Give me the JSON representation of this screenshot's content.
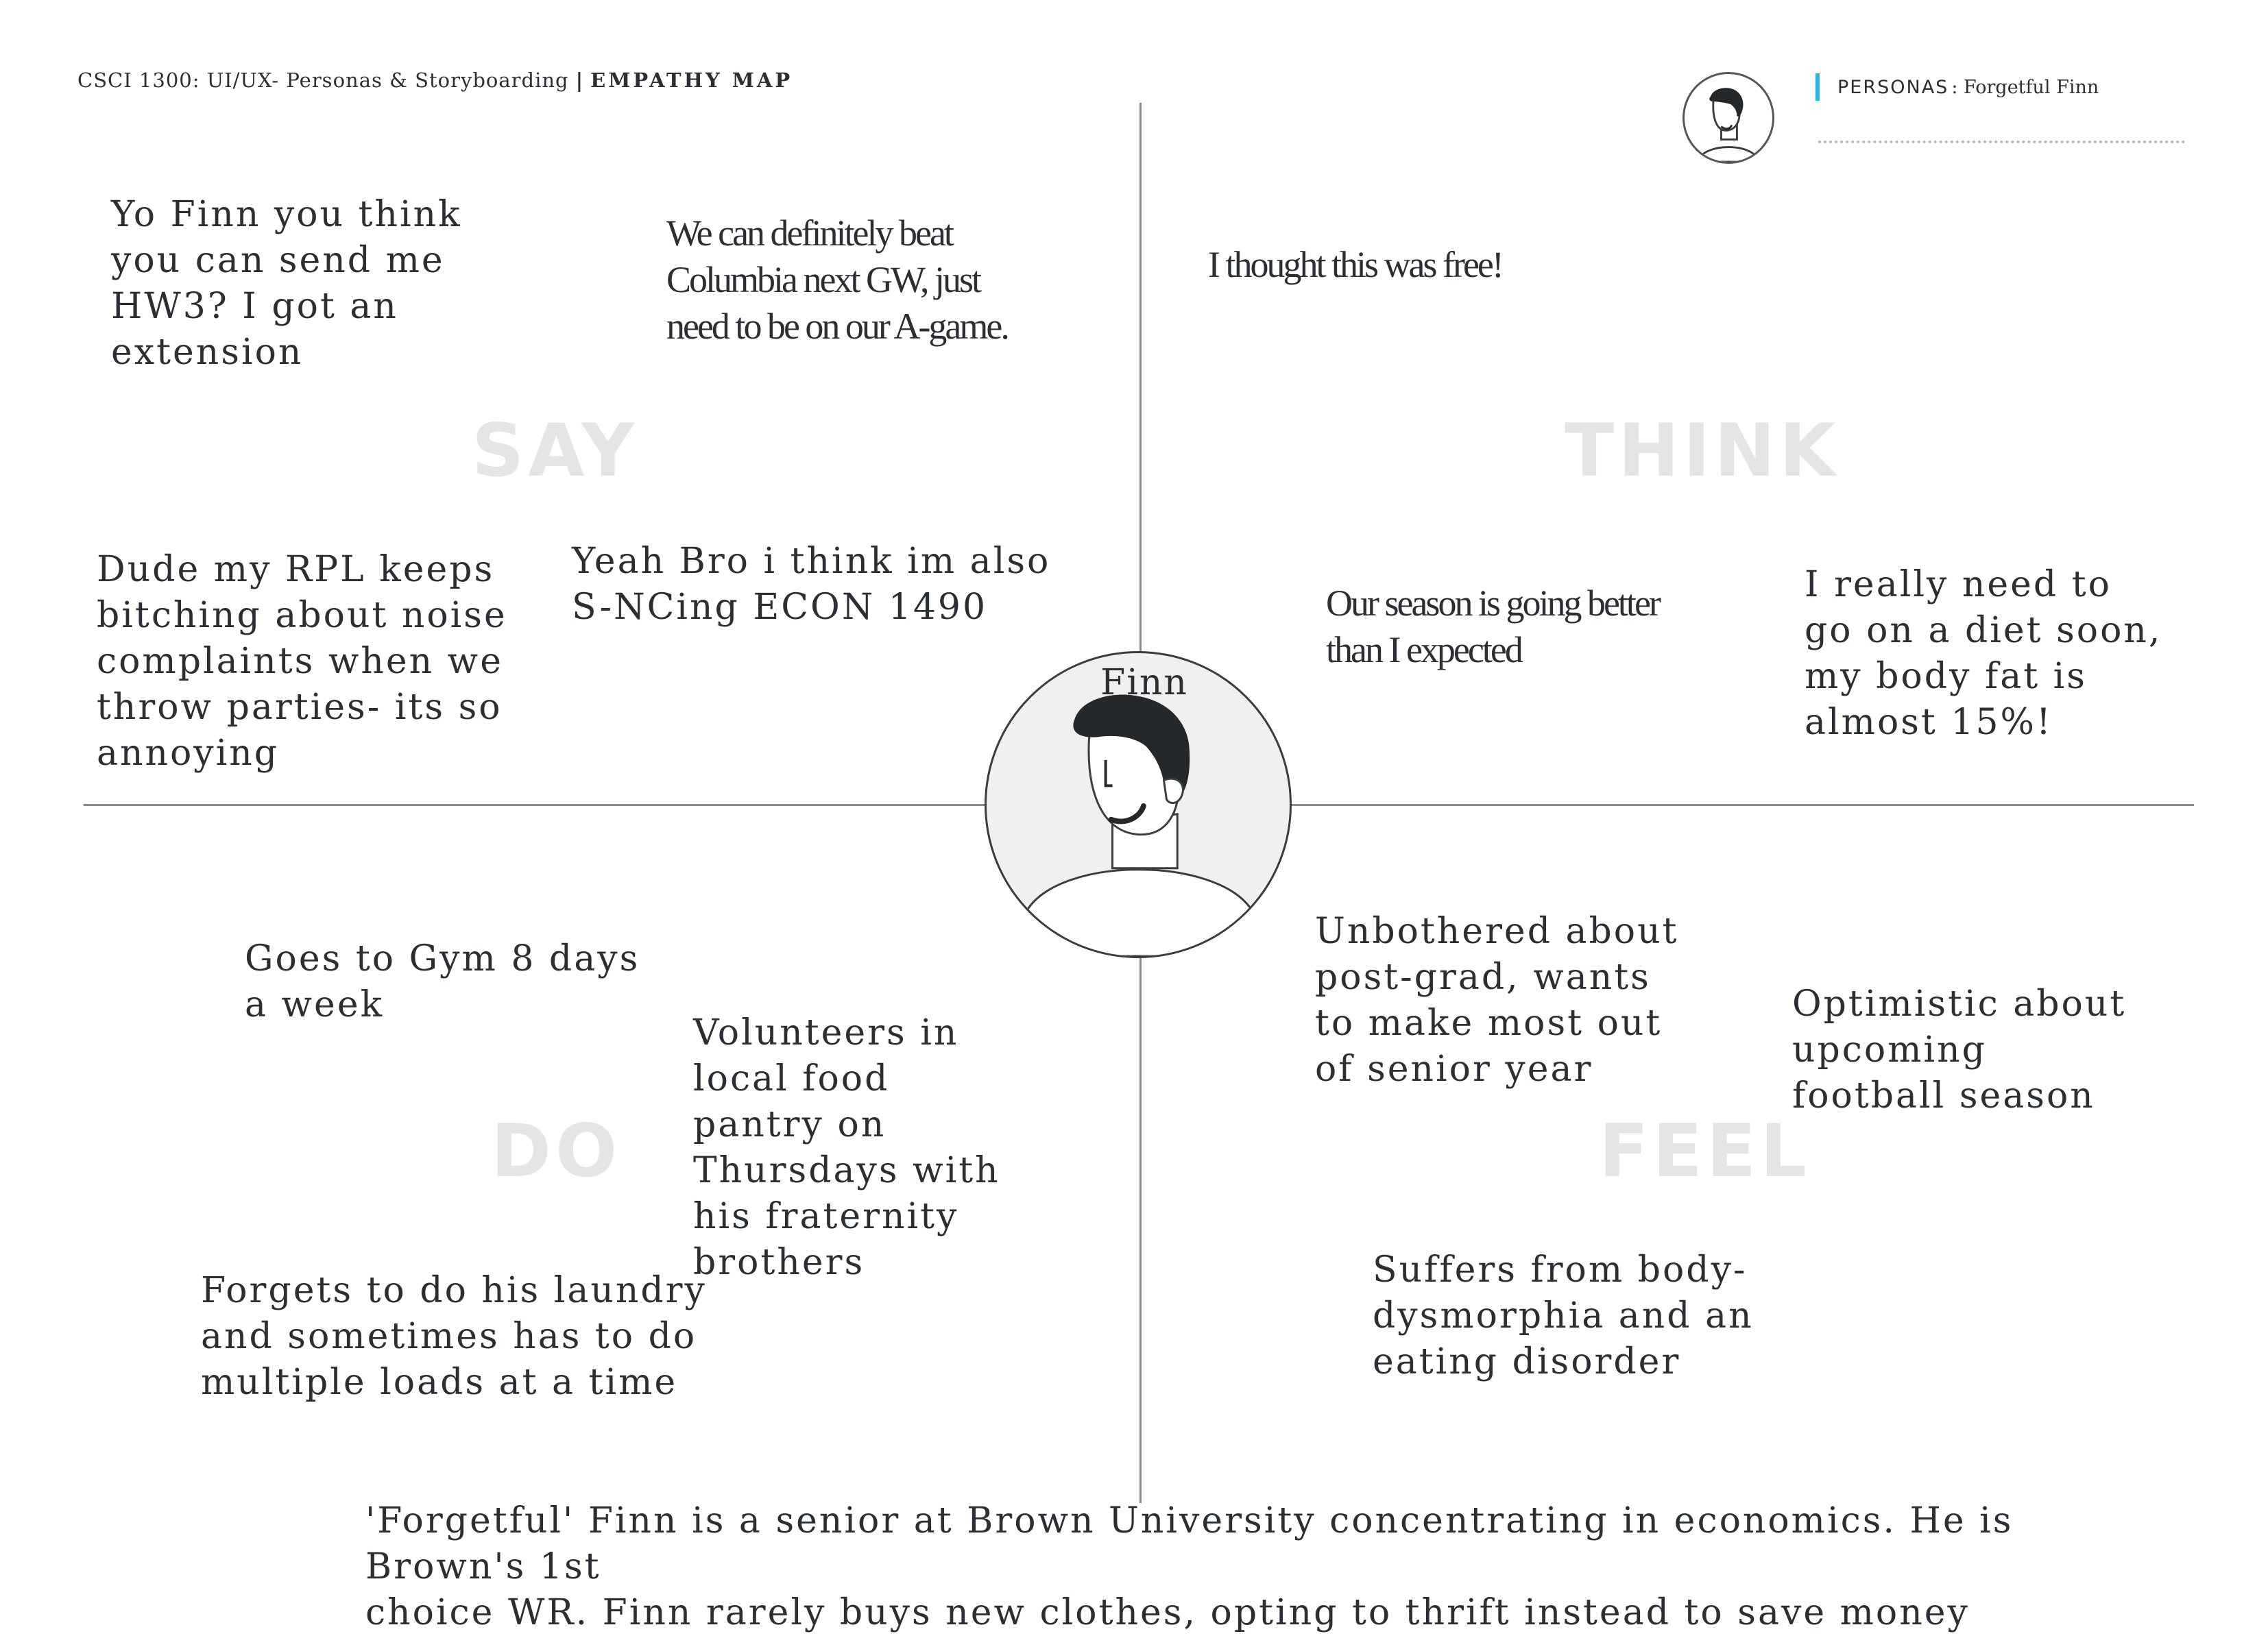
{
  "header": {
    "course": "CSCI 1300: UI/UX- Personas & Storyboarding",
    "separator": "|",
    "section": "EMPATHY MAP"
  },
  "persona": {
    "key": "PERSONAS",
    "name": ": Forgetful Finn",
    "center_name": "Finn",
    "icon": "person-avatar-icon",
    "accent_color": "#29b6e6"
  },
  "quadrants": {
    "say": "SAY",
    "think": "THINK",
    "do": "DO",
    "feel": "FEEL"
  },
  "say_notes": [
    "Yo Finn you think\nyou can send me\nHW3? I got an\nextension",
    "We can definitely beat\nColumbia next GW, just\nneed to be on our A-game.",
    "Dude my RPL keeps\nbitching about noise\ncomplaints when we\nthrow parties- its so\nannoying",
    "Yeah Bro i think im also\nS-NCing ECON 1490"
  ],
  "think_notes": [
    "I thought this was free!",
    "Our season is going better\nthan I expected",
    "I really need to\ngo on a diet soon,\nmy body fat is\nalmost 15%!"
  ],
  "do_notes": [
    "Goes to Gym 8 days\na week",
    "Volunteers in\nlocal food\npantry on\nThursdays with\nhis fraternity\nbrothers",
    "Forgets to do his laundry\nand sometimes has to do\nmultiple loads at a time"
  ],
  "feel_notes": [
    "Unbothered about\npost-grad, wants\nto make most out\nof senior year",
    "Optimistic about\nupcoming\nfootball season",
    "Suffers from body-\ndysmorphia and an\neating disorder"
  ],
  "footer": "'Forgetful' Finn is a senior at Brown University concentrating in economics. He is Brown's 1st\nchoice WR. Finn rarely buys new clothes, opting to thrift instead to save money"
}
